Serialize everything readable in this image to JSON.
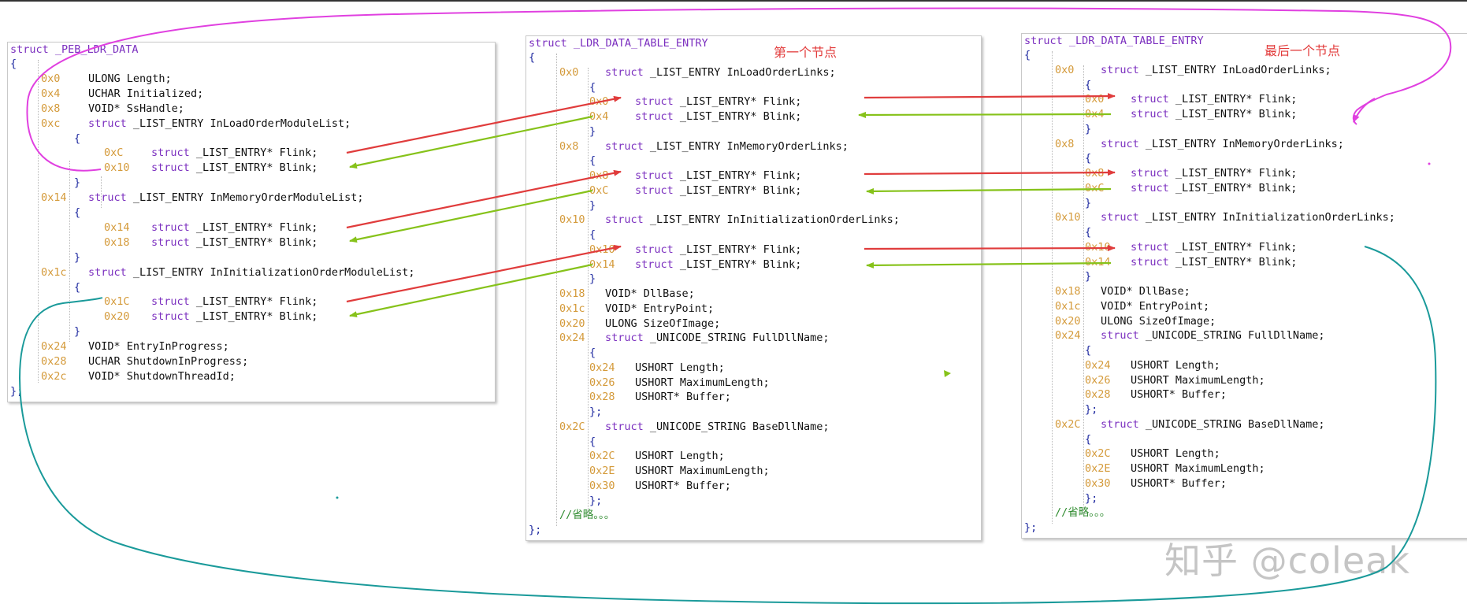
{
  "labels": {
    "first_node": "第一个节点",
    "last_node": "最后一个节点"
  },
  "watermark": "知乎 @coleak",
  "colors": {
    "flink_arrow": "#e03c3c",
    "blink_arrow": "#86c21a",
    "magenta_curve": "#e040e0",
    "teal_curve": "#1a9a9a",
    "offset": "#d49a3a",
    "keyword": "#7b2fbf"
  },
  "peb": {
    "header": "struct _PEB_LDR_DATA",
    "lines": [
      {
        "t": "open",
        "i": 0,
        "text": "{"
      },
      {
        "t": "field",
        "i": 1,
        "off": "0x0",
        "kw": "",
        "rest": "ULONG Length;"
      },
      {
        "t": "field",
        "i": 1,
        "off": "0x4",
        "kw": "",
        "rest": "UCHAR Initialized;"
      },
      {
        "t": "field",
        "i": 1,
        "off": "0x8",
        "kw": "",
        "rest": "VOID* SsHandle;"
      },
      {
        "t": "field",
        "i": 1,
        "off": "0xc",
        "kw": "struct",
        "rest": "_LIST_ENTRY InLoadOrderModuleList;"
      },
      {
        "t": "open",
        "i": 2,
        "text": "{"
      },
      {
        "t": "field",
        "i": 3,
        "off": "0xC",
        "kw": "struct",
        "rest": "_LIST_ENTRY* Flink;"
      },
      {
        "t": "field",
        "i": 3,
        "off": "0x10",
        "kw": "struct",
        "rest": "_LIST_ENTRY* Blink;"
      },
      {
        "t": "open",
        "i": 2,
        "text": "}"
      },
      {
        "t": "field",
        "i": 1,
        "off": "0x14",
        "kw": "struct",
        "rest": "_LIST_ENTRY InMemoryOrderModuleList;"
      },
      {
        "t": "open",
        "i": 2,
        "text": "{"
      },
      {
        "t": "field",
        "i": 3,
        "off": "0x14",
        "kw": "struct",
        "rest": "_LIST_ENTRY* Flink;"
      },
      {
        "t": "field",
        "i": 3,
        "off": "0x18",
        "kw": "struct",
        "rest": "_LIST_ENTRY* Blink;"
      },
      {
        "t": "open",
        "i": 2,
        "text": "}"
      },
      {
        "t": "field",
        "i": 1,
        "off": "0x1c",
        "kw": "struct",
        "rest": "_LIST_ENTRY InInitializationOrderModuleList;"
      },
      {
        "t": "open",
        "i": 2,
        "text": "{"
      },
      {
        "t": "field",
        "i": 3,
        "off": "0x1C",
        "kw": "struct",
        "rest": "_LIST_ENTRY* Flink;"
      },
      {
        "t": "field",
        "i": 3,
        "off": "0x20",
        "kw": "struct",
        "rest": "_LIST_ENTRY* Blink;"
      },
      {
        "t": "open",
        "i": 2,
        "text": "}"
      },
      {
        "t": "field",
        "i": 1,
        "off": "0x24",
        "kw": "",
        "rest": "VOID* EntryInProgress;"
      },
      {
        "t": "field",
        "i": 1,
        "off": "0x28",
        "kw": "",
        "rest": "UCHAR ShutdownInProgress;"
      },
      {
        "t": "field",
        "i": 1,
        "off": "0x2c",
        "kw": "",
        "rest": "VOID* ShutdownThreadId;"
      },
      {
        "t": "open",
        "i": 0,
        "text": "};"
      }
    ]
  },
  "ldr_first": {
    "header": "struct _LDR_DATA_TABLE_ENTRY",
    "lines": [
      {
        "t": "open",
        "i": 0,
        "text": "{"
      },
      {
        "t": "field",
        "i": 1,
        "off": "0x0",
        "kw": "struct",
        "rest": "_LIST_ENTRY InLoadOrderLinks;"
      },
      {
        "t": "open",
        "i": 2,
        "text": "{"
      },
      {
        "t": "field",
        "i": 2,
        "off": "0x0",
        "kw": "struct",
        "rest": "_LIST_ENTRY* Flink;"
      },
      {
        "t": "field",
        "i": 2,
        "off": "0x4",
        "kw": "struct",
        "rest": "_LIST_ENTRY* Blink;"
      },
      {
        "t": "open",
        "i": 2,
        "text": "}"
      },
      {
        "t": "field",
        "i": 1,
        "off": "0x8",
        "kw": "struct",
        "rest": "_LIST_ENTRY InMemoryOrderLinks;"
      },
      {
        "t": "open",
        "i": 2,
        "text": "{"
      },
      {
        "t": "field",
        "i": 2,
        "off": "0x8",
        "kw": "struct",
        "rest": "_LIST_ENTRY* Flink;"
      },
      {
        "t": "field",
        "i": 2,
        "off": "0xC",
        "kw": "struct",
        "rest": "_LIST_ENTRY* Blink;"
      },
      {
        "t": "open",
        "i": 2,
        "text": "}"
      },
      {
        "t": "field",
        "i": 1,
        "off": "0x10",
        "kw": "struct",
        "rest": "_LIST_ENTRY InInitializationOrderLinks;"
      },
      {
        "t": "open",
        "i": 2,
        "text": "{"
      },
      {
        "t": "field",
        "i": 2,
        "off": "0x10",
        "kw": "struct",
        "rest": "_LIST_ENTRY* Flink;"
      },
      {
        "t": "field",
        "i": 2,
        "off": "0x14",
        "kw": "struct",
        "rest": "_LIST_ENTRY* Blink;"
      },
      {
        "t": "open",
        "i": 2,
        "text": "}"
      },
      {
        "t": "field",
        "i": 1,
        "off": "0x18",
        "kw": "",
        "rest": "VOID* DllBase;"
      },
      {
        "t": "field",
        "i": 1,
        "off": "0x1c",
        "kw": "",
        "rest": "VOID* EntryPoint;"
      },
      {
        "t": "field",
        "i": 1,
        "off": "0x20",
        "kw": "",
        "rest": "ULONG SizeOfImage;"
      },
      {
        "t": "field",
        "i": 1,
        "off": "0x24",
        "kw": "struct",
        "rest": "_UNICODE_STRING FullDllName;"
      },
      {
        "t": "open",
        "i": 2,
        "text": "{"
      },
      {
        "t": "field",
        "i": 2,
        "off": "0x24",
        "kw": "",
        "rest": "USHORT Length;"
      },
      {
        "t": "field",
        "i": 2,
        "off": "0x26",
        "kw": "",
        "rest": "USHORT MaximumLength;"
      },
      {
        "t": "field",
        "i": 2,
        "off": "0x28",
        "kw": "",
        "rest": "USHORT* Buffer;"
      },
      {
        "t": "open",
        "i": 2,
        "text": "};"
      },
      {
        "t": "field",
        "i": 1,
        "off": "0x2C",
        "kw": "struct",
        "rest": "_UNICODE_STRING BaseDllName;"
      },
      {
        "t": "open",
        "i": 2,
        "text": "{"
      },
      {
        "t": "field",
        "i": 2,
        "off": "0x2C",
        "kw": "",
        "rest": "USHORT Length;"
      },
      {
        "t": "field",
        "i": 2,
        "off": "0x2E",
        "kw": "",
        "rest": "USHORT MaximumLength;"
      },
      {
        "t": "field",
        "i": 2,
        "off": "0x30",
        "kw": "",
        "rest": "USHORT* Buffer;"
      },
      {
        "t": "open",
        "i": 2,
        "text": "};"
      },
      {
        "t": "comment",
        "i": 1,
        "text": "//省略。。。"
      },
      {
        "t": "open",
        "i": 0,
        "text": "};"
      }
    ]
  },
  "ldr_last": {
    "header": "struct _LDR_DATA_TABLE_ENTRY",
    "lines": [
      {
        "t": "open",
        "i": 0,
        "text": "{"
      },
      {
        "t": "field",
        "i": 1,
        "off": "0x0",
        "kw": "struct",
        "rest": "_LIST_ENTRY InLoadOrderLinks;"
      },
      {
        "t": "open",
        "i": 2,
        "text": "{"
      },
      {
        "t": "field",
        "i": 2,
        "off": "0x0",
        "kw": "struct",
        "rest": "_LIST_ENTRY* Flink;"
      },
      {
        "t": "field",
        "i": 2,
        "off": "0x4",
        "kw": "struct",
        "rest": "_LIST_ENTRY* Blink;"
      },
      {
        "t": "open",
        "i": 2,
        "text": "}"
      },
      {
        "t": "field",
        "i": 1,
        "off": "0x8",
        "kw": "struct",
        "rest": "_LIST_ENTRY InMemoryOrderLinks;"
      },
      {
        "t": "open",
        "i": 2,
        "text": "{"
      },
      {
        "t": "field",
        "i": 2,
        "off": "0x8",
        "kw": "struct",
        "rest": "_LIST_ENTRY* Flink;"
      },
      {
        "t": "field",
        "i": 2,
        "off": "0xC",
        "kw": "struct",
        "rest": "_LIST_ENTRY* Blink;"
      },
      {
        "t": "open",
        "i": 2,
        "text": "}"
      },
      {
        "t": "field",
        "i": 1,
        "off": "0x10",
        "kw": "struct",
        "rest": "_LIST_ENTRY InInitializationOrderLinks;"
      },
      {
        "t": "open",
        "i": 2,
        "text": "{"
      },
      {
        "t": "field",
        "i": 2,
        "off": "0x10",
        "kw": "struct",
        "rest": "_LIST_ENTRY* Flink;"
      },
      {
        "t": "field",
        "i": 2,
        "off": "0x14",
        "kw": "struct",
        "rest": "_LIST_ENTRY* Blink;"
      },
      {
        "t": "open",
        "i": 2,
        "text": "}"
      },
      {
        "t": "field",
        "i": 1,
        "off": "0x18",
        "kw": "",
        "rest": "VOID* DllBase;"
      },
      {
        "t": "field",
        "i": 1,
        "off": "0x1c",
        "kw": "",
        "rest": "VOID* EntryPoint;"
      },
      {
        "t": "field",
        "i": 1,
        "off": "0x20",
        "kw": "",
        "rest": "ULONG SizeOfImage;"
      },
      {
        "t": "field",
        "i": 1,
        "off": "0x24",
        "kw": "struct",
        "rest": "_UNICODE_STRING FullDllName;"
      },
      {
        "t": "open",
        "i": 2,
        "text": "{"
      },
      {
        "t": "field",
        "i": 2,
        "off": "0x24",
        "kw": "",
        "rest": "USHORT Length;"
      },
      {
        "t": "field",
        "i": 2,
        "off": "0x26",
        "kw": "",
        "rest": "USHORT MaximumLength;"
      },
      {
        "t": "field",
        "i": 2,
        "off": "0x28",
        "kw": "",
        "rest": "USHORT* Buffer;"
      },
      {
        "t": "open",
        "i": 2,
        "text": "};"
      },
      {
        "t": "field",
        "i": 1,
        "off": "0x2C",
        "kw": "struct",
        "rest": "_UNICODE_STRING BaseDllName;"
      },
      {
        "t": "open",
        "i": 2,
        "text": "{"
      },
      {
        "t": "field",
        "i": 2,
        "off": "0x2C",
        "kw": "",
        "rest": "USHORT Length;"
      },
      {
        "t": "field",
        "i": 2,
        "off": "0x2E",
        "kw": "",
        "rest": "USHORT MaximumLength;"
      },
      {
        "t": "field",
        "i": 2,
        "off": "0x30",
        "kw": "",
        "rest": "USHORT* Buffer;"
      },
      {
        "t": "open",
        "i": 2,
        "text": "};"
      },
      {
        "t": "comment",
        "i": 1,
        "text": "//省略。。。"
      },
      {
        "t": "open",
        "i": 0,
        "text": "};"
      }
    ]
  }
}
